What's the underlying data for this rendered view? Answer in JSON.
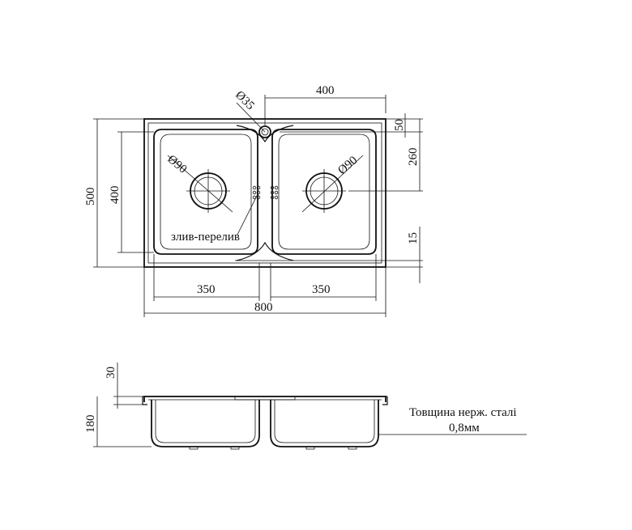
{
  "dimensions": {
    "overflow_diameter": "Ø35",
    "bowl_width_top": "400",
    "rim_offset": "50",
    "drain_offset": "260",
    "overall_height": "500",
    "bowl_height": "400",
    "drain_left": "Ø90",
    "drain_right": "Ø90",
    "bowl_spacing": "15",
    "bowl_left_width": "350",
    "bowl_right_width": "350",
    "overall_width": "800",
    "rim_height": "30",
    "depth": "180"
  },
  "labels": {
    "overflow_label": "злив-перелив",
    "thickness_line1": "Товщина нерж. сталі",
    "thickness_line2": "0,8мм"
  }
}
